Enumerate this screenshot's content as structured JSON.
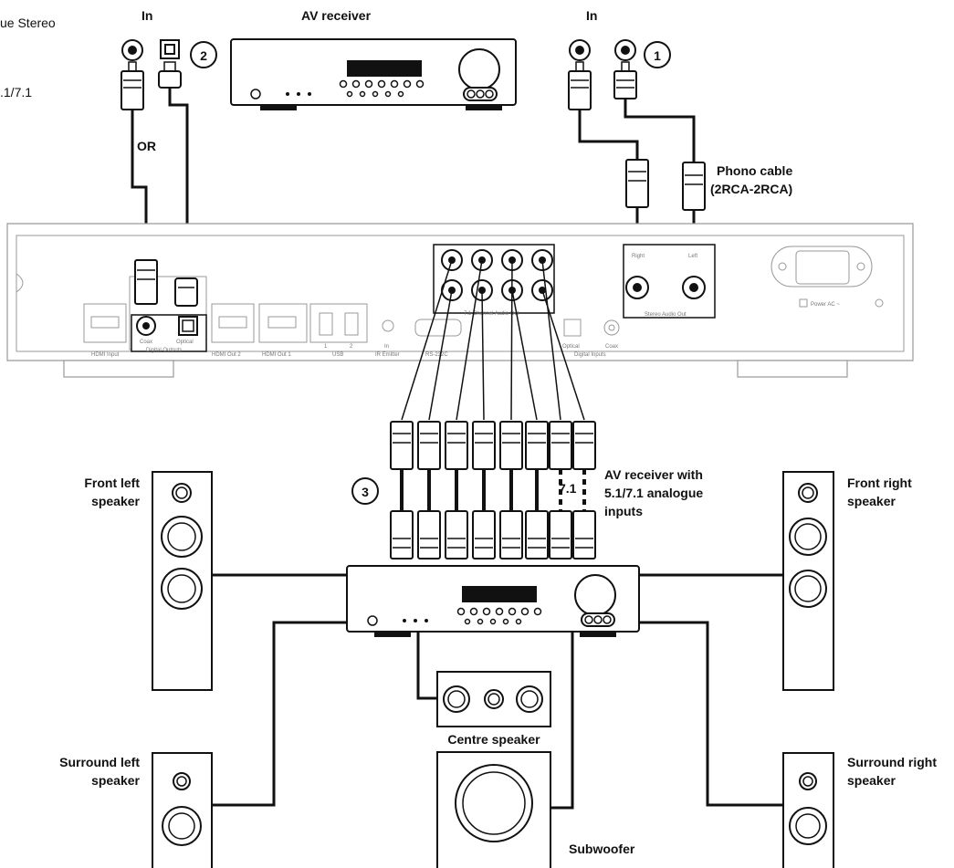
{
  "diagram": {
    "cut_text_1": "ue Stereo",
    "cut_text_2": ".1/7.1",
    "labels": {
      "in_left": "In",
      "in_right": "In",
      "av_receiver": "AV receiver",
      "or": "OR",
      "phono_cable": "Phono cable",
      "phono_cable_type": "(2RCA-2RCA)",
      "front_left_1": "Front left",
      "front_left_2": "speaker",
      "front_right_1": "Front right",
      "front_right_2": "speaker",
      "av_receiver_51_1": "AV receiver with",
      "av_receiver_51_2": "5.1/7.1 analogue",
      "av_receiver_51_3": "inputs",
      "seven_one": "7.1",
      "surround_left_1": "Surround left",
      "surround_left_2": "speaker",
      "surround_right_1": "Surround right",
      "surround_right_2": "speaker",
      "centre_speaker": "Centre speaker",
      "subwoofer": "Subwoofer"
    },
    "callouts": [
      "1",
      "2",
      "3"
    ],
    "panel_labels": {
      "hdmi_input": "HDMI Input",
      "coax": "Coax",
      "optical": "Optical",
      "digital_outputs": "Digital Outputs",
      "hdmi_out_2": "HDMI Out 2",
      "hdmi_out_1": "HDMI Out 1",
      "usb": "USB",
      "usb_1": "1",
      "usb_2": "2",
      "ir_in": "In",
      "ir_emitter": "IR Emitter",
      "rs232c": "RS-232C",
      "channel_audio_out": "7.1 Channel Audio Out",
      "optical_in": "Optical",
      "coax_in": "Coax",
      "digital_inputs": "Digital Inputs",
      "right": "Right",
      "left": "Left",
      "stereo_audio_out": "Stereo Audio Out",
      "power_ac": "Power AC ~"
    },
    "colors": {
      "ink": "#111111",
      "panel_gray": "#999999",
      "background": "#ffffff"
    }
  }
}
